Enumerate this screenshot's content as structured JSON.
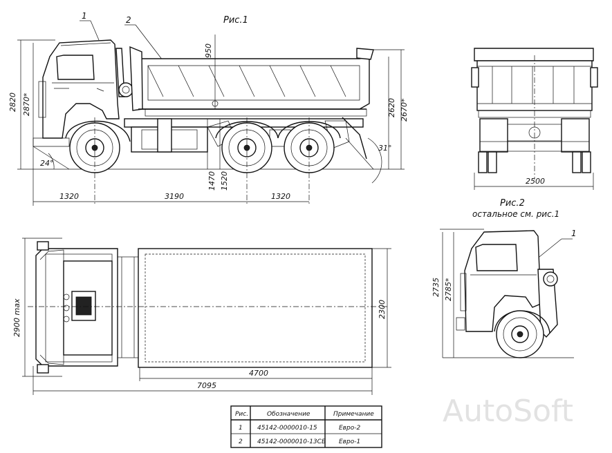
{
  "figures": {
    "fig1_title": "Рис.1",
    "fig2_title": "Рис.2",
    "fig2_subtitle": "остальное см. рис.1"
  },
  "callouts": {
    "one": "1",
    "two": "2",
    "fig2_one": "1"
  },
  "dims_side": {
    "overall_h": "2820",
    "cab_h": "2870*",
    "body_top": "950",
    "rear_h": "2620",
    "rear_h2": "2670*",
    "angle_front": "24°",
    "angle_rear": "31°",
    "frame_h1": "1470",
    "frame_h2": "1520",
    "front_overhang": "1320",
    "wheelbase": "3190",
    "rear_base": "1320"
  },
  "dims_rear": {
    "track": "2500"
  },
  "dims_top": {
    "overall_w": "2900 max",
    "body_w": "2300",
    "body_len": "4700",
    "overall_len": "7095"
  },
  "dims_fig2": {
    "h1": "2735",
    "h2": "2785*"
  },
  "table": {
    "headers": [
      "Рис.",
      "Обозначение",
      "Примечание"
    ],
    "rows": [
      [
        "1",
        "45142-0000010-15",
        "Евро-2"
      ],
      [
        "2",
        "45142-0000010-13СБ",
        "Евро-1"
      ]
    ]
  },
  "watermark": "AutoSoft"
}
